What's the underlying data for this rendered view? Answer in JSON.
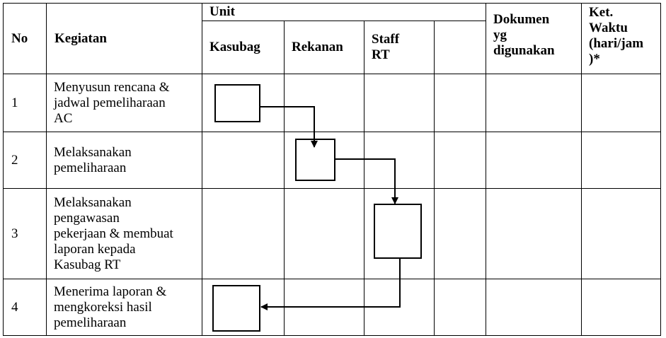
{
  "header": {
    "no": "No",
    "kegiatan": "Kegiatan",
    "unit": "Unit",
    "units": [
      "Kasubag",
      "Rekanan",
      "Staff\nRT",
      ""
    ],
    "dokumen": "Dokumen\nyg\ndigunakan",
    "ket_waktu": "Ket.\nWaktu\n(hari/jam\n)*"
  },
  "rows": [
    {
      "no": "1",
      "kegiatan": "Menyusun rencana &\njadwal pemeliharaan\nAC",
      "unit": "Kasubag"
    },
    {
      "no": "2",
      "kegiatan": "Melaksanakan\npemeliharaan",
      "unit": "Rekanan"
    },
    {
      "no": "3",
      "kegiatan": "Melaksanakan\npengawasan\npekerjaan & membuat\nlaporan kepada\nKasubag RT",
      "unit": "Staff RT"
    },
    {
      "no": "4",
      "kegiatan": "Menerima laporan &\nmengkoreksi hasil\npemeliharaan",
      "unit": "Kasubag"
    }
  ]
}
